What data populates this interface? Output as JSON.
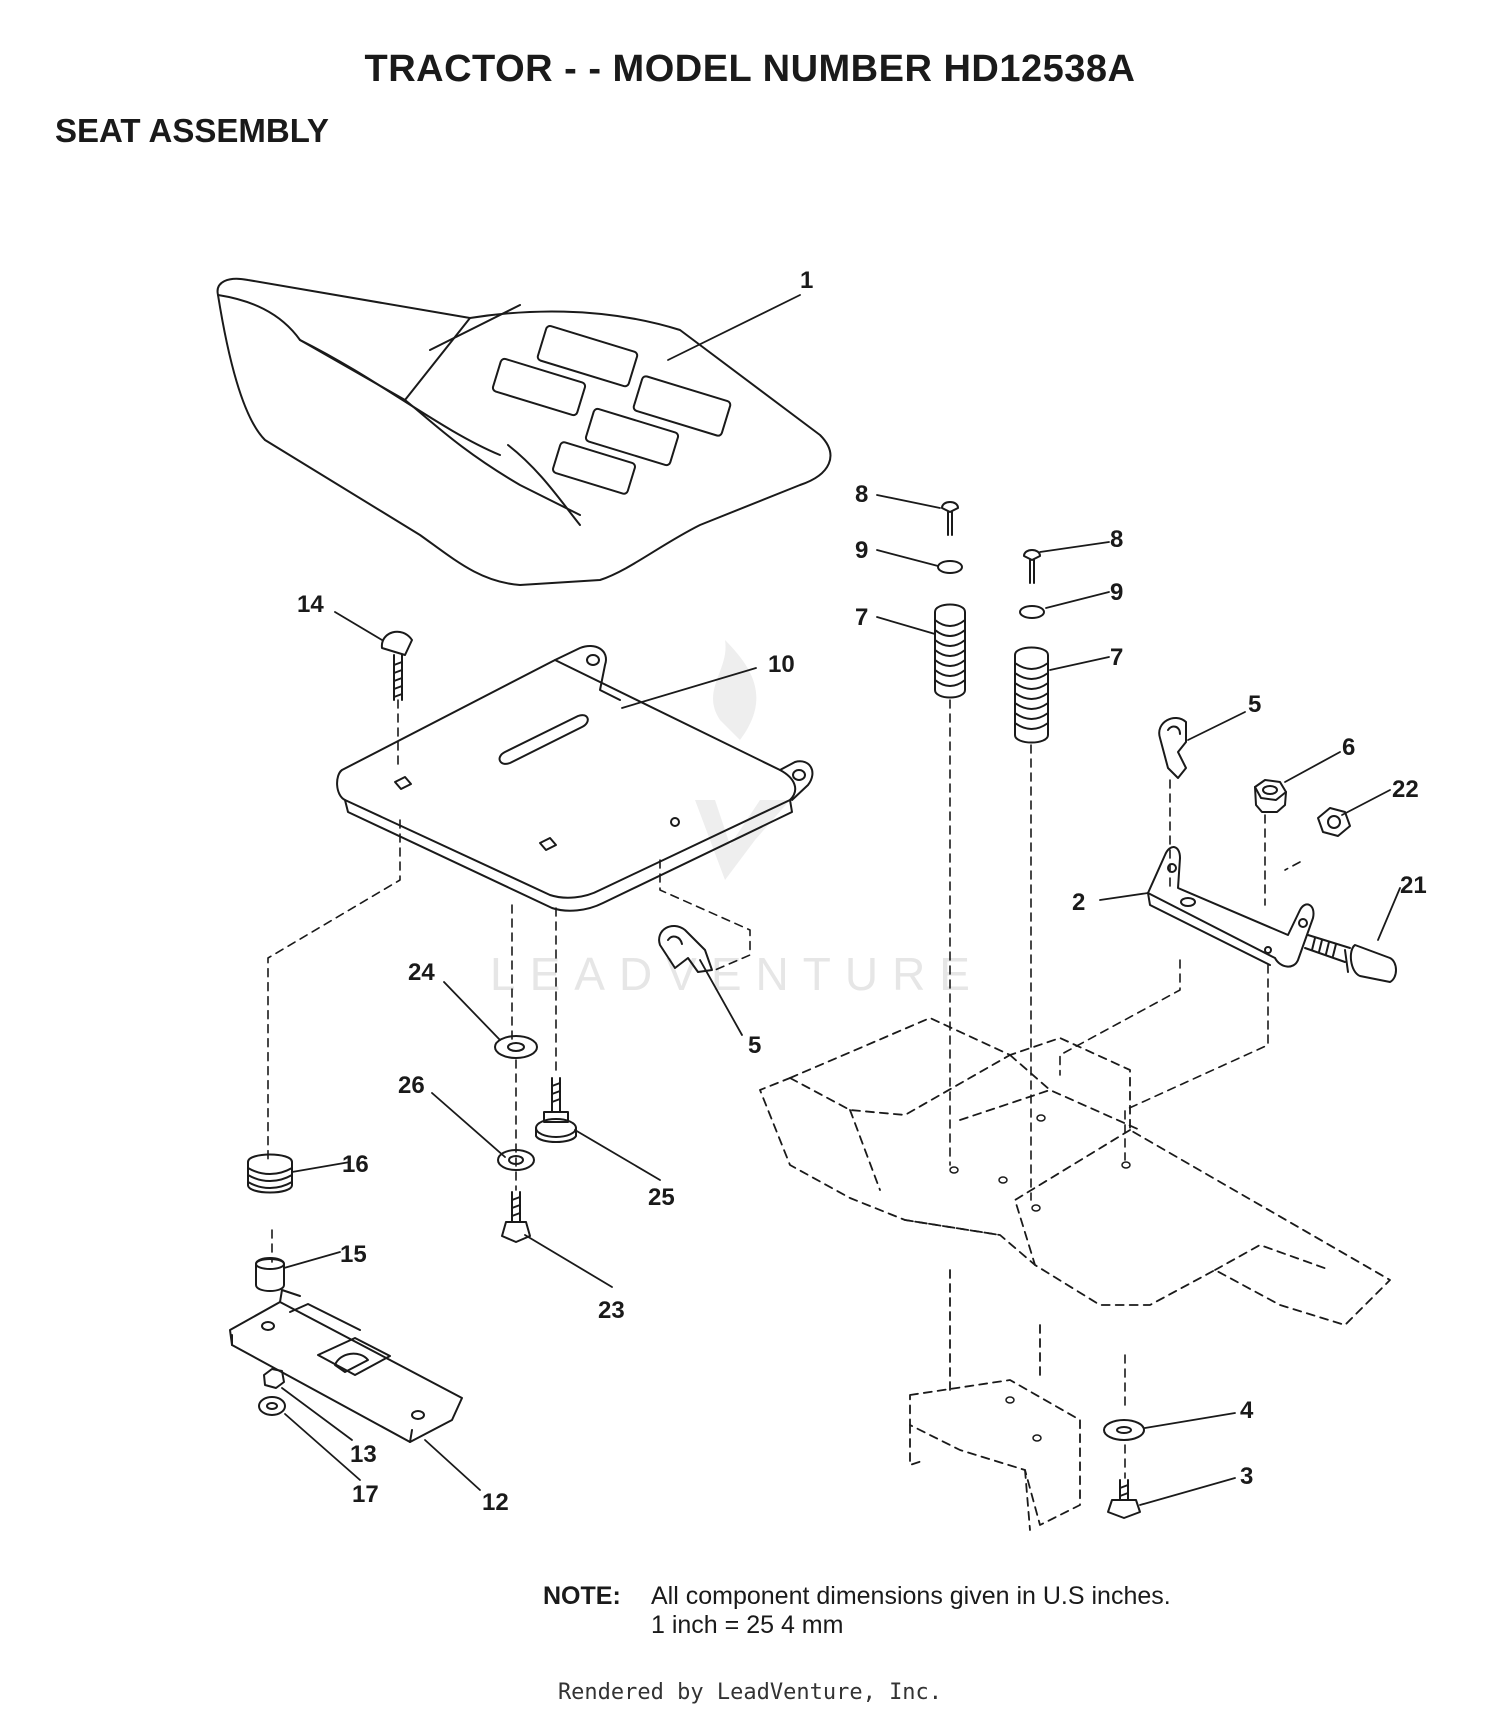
{
  "header": {
    "title": "TRACTOR - - MODEL NUMBER HD12538A",
    "subtitle": "SEAT ASSEMBLY"
  },
  "watermark": {
    "text": "LEADVENTURE",
    "color": "#e6e6e6"
  },
  "callouts": [
    "1",
    "2",
    "3",
    "4",
    "5",
    "5",
    "6",
    "7",
    "7",
    "8",
    "8",
    "9",
    "9",
    "10",
    "12",
    "13",
    "14",
    "15",
    "16",
    "17",
    "21",
    "22",
    "23",
    "24",
    "25",
    "26"
  ],
  "note": {
    "label": "NOTE:",
    "line1": "All component dimensions given in U.S  inches.",
    "line2": "1 inch = 25 4 mm"
  },
  "footer": {
    "text": "Rendered by LeadVenture, Inc."
  },
  "colors": {
    "ink": "#1a1a1a",
    "background": "#ffffff"
  }
}
